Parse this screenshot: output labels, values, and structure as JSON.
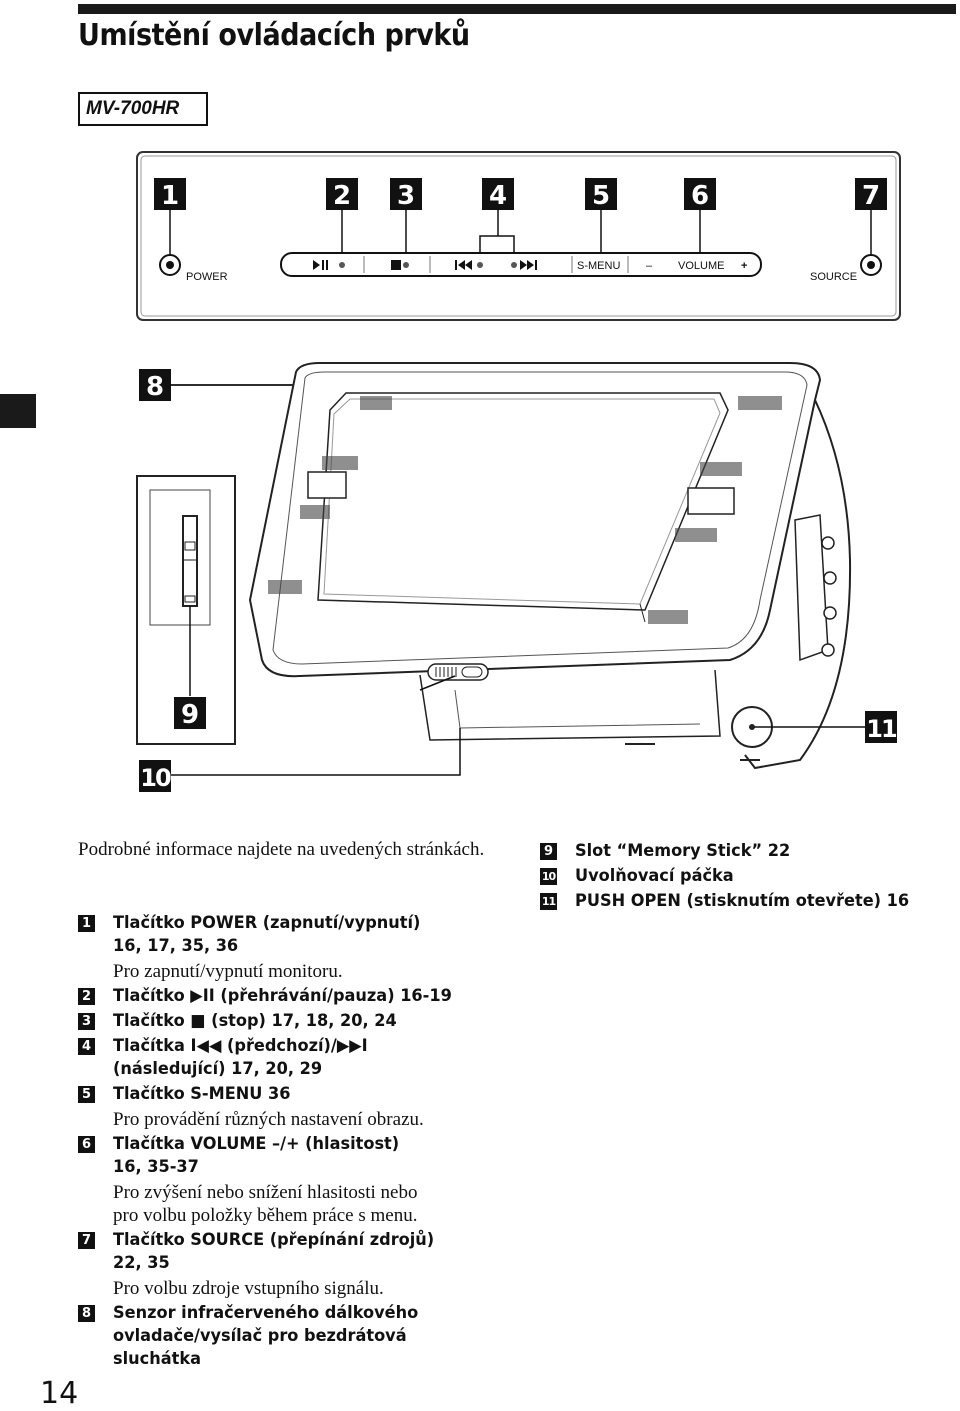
{
  "header": {
    "title": "Umístění ovládacích prvků",
    "model": "MV-700HR",
    "page_number": "14"
  },
  "figure": {
    "callouts": [
      "1",
      "2",
      "3",
      "4",
      "5",
      "6",
      "7",
      "8",
      "9",
      "10",
      "11"
    ],
    "control_labels": {
      "power": "POWER",
      "source": "SOURCE",
      "s_menu": "S-MENU",
      "volume": "VOLUME",
      "minus": "–",
      "plus": "+"
    },
    "icons": [
      "play-pause-icon",
      "stop-icon",
      "previous-icon",
      "next-icon"
    ]
  },
  "intro": "Podrobné informace najdete na uvedených stránkách.",
  "items_left": [
    {
      "num": "1",
      "label": "Tlačítko POWER (zapnutí/vypnutí)\n16, 17, 35, 36",
      "desc": "Pro zapnutí/vypnutí monitoru."
    },
    {
      "num": "2",
      "label": "Tlačítko ▶II (přehrávání/pauza)  16-19",
      "desc": ""
    },
    {
      "num": "3",
      "label": "Tlačítko ■ (stop)  17, 18, 20, 24",
      "desc": ""
    },
    {
      "num": "4",
      "label": "Tlačítka I◀◀ (předchozí)/▶▶I\n(následující)  17, 20, 29",
      "desc": ""
    },
    {
      "num": "5",
      "label": "Tlačítko S-MENU  36",
      "desc": "Pro provádění různých nastavení obrazu."
    },
    {
      "num": "6",
      "label": "Tlačítka VOLUME –/+ (hlasitost)\n16, 35-37",
      "desc": "Pro zvýšení nebo snížení hlasitosti nebo\npro volbu položky během práce s menu."
    },
    {
      "num": "7",
      "label": "Tlačítko SOURCE (přepínání zdrojů)\n22, 35",
      "desc": "Pro volbu zdroje vstupního signálu."
    },
    {
      "num": "8",
      "label": "Senzor infračerveného dálkového\novladače/vysílač pro bezdrátová\nsluchátka",
      "desc": ""
    }
  ],
  "items_right": [
    {
      "num": "9",
      "label": "Slot “Memory Stick”  22",
      "desc": ""
    },
    {
      "num": "10",
      "label": "Uvolňovací páčka",
      "desc": ""
    },
    {
      "num": "11",
      "label": "PUSH OPEN (stisknutím otevřete)  16",
      "desc": ""
    }
  ]
}
